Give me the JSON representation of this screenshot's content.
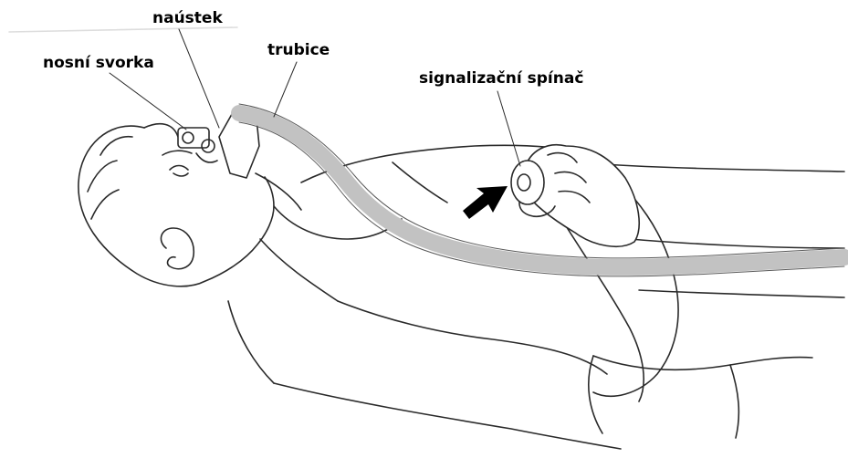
{
  "labels": {
    "mouthpiece": "naústek",
    "nose_clip": "nosní svorka",
    "tube": "trubice",
    "signal_switch": "signalizační spínač"
  },
  "colors": {
    "tube": "#c2c2c2",
    "outline": "#2a2a2a",
    "arrow": "#000000",
    "background": "#ffffff"
  }
}
